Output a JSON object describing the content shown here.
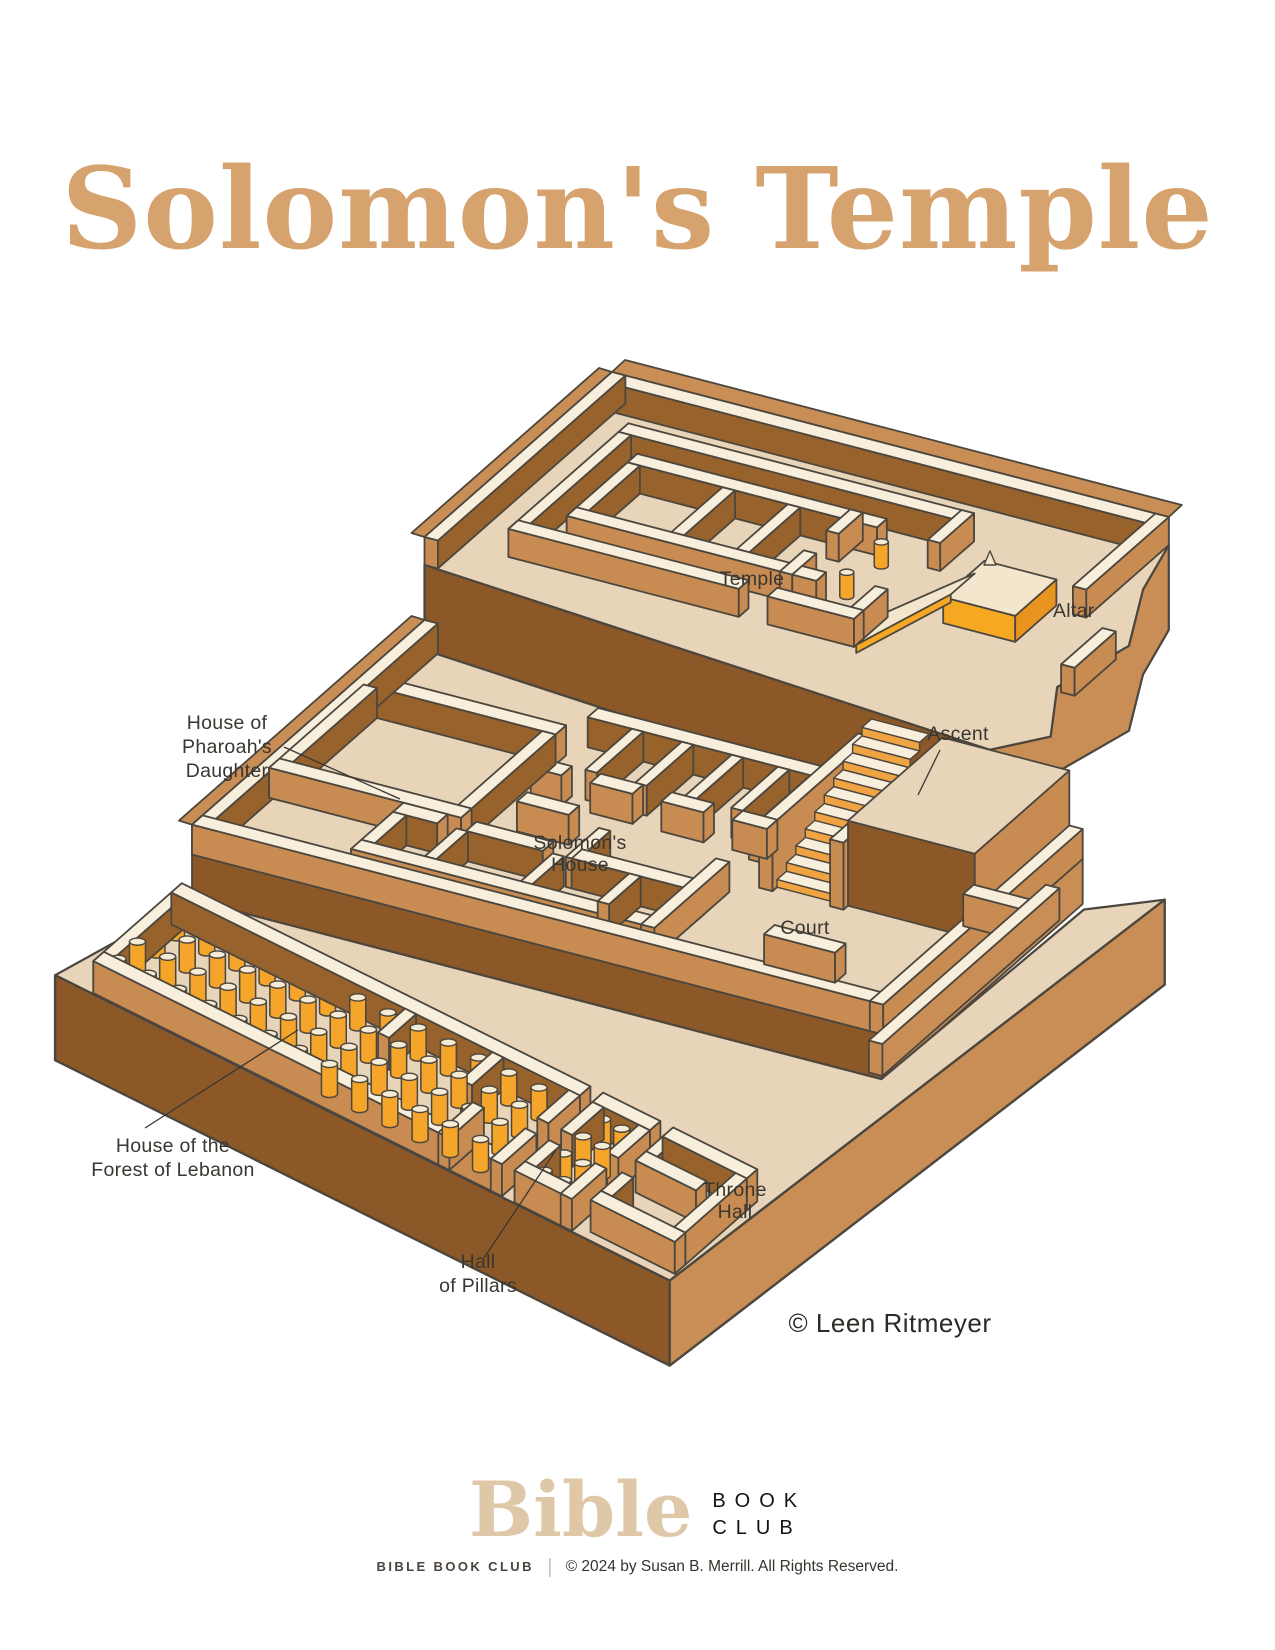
{
  "title": "Solomon's Temple",
  "labels": {
    "temple": "Temple",
    "altar": "Altar",
    "ascent": "Ascent",
    "pharoahs": [
      "House of",
      "Pharoah's",
      "Daughter"
    ],
    "solomons": [
      "Solomon's",
      "House"
    ],
    "court": "Court",
    "forest": [
      "House of the",
      "Forest of Lebanon"
    ],
    "hall_pillars": [
      "Hall",
      "of Pillars"
    ],
    "throne": [
      "Throne",
      "Hall"
    ],
    "copyright": "© Leen Ritmeyer"
  },
  "footer": {
    "bible": "Bible",
    "book": "BOOK",
    "club": "CLUB",
    "brand": "BIBLE BOOK CLUB",
    "sep": "|",
    "rights": "© 2024 by Susan B. Merrill. All Rights Reserved."
  },
  "colors": {
    "title": "#D6A36F",
    "floor": "#E7D4B9",
    "wallTop": "#F8EEDC",
    "wallMed": "#C88C52",
    "wallDark": "#97622B",
    "slabDark": "#8C5827",
    "sideLight": "#C98E55",
    "stroke": "#4B463E",
    "pillar": "#F5A529",
    "pillarTop": "#F6ECD5",
    "altar": "#F7A823",
    "altarD": "#E8941E",
    "altarTop": "#F3E6CC",
    "step": "#F0A342",
    "ink": "#3A3631",
    "logoTan": "#DFC8A8",
    "sepGray": "#C9C2B8"
  }
}
